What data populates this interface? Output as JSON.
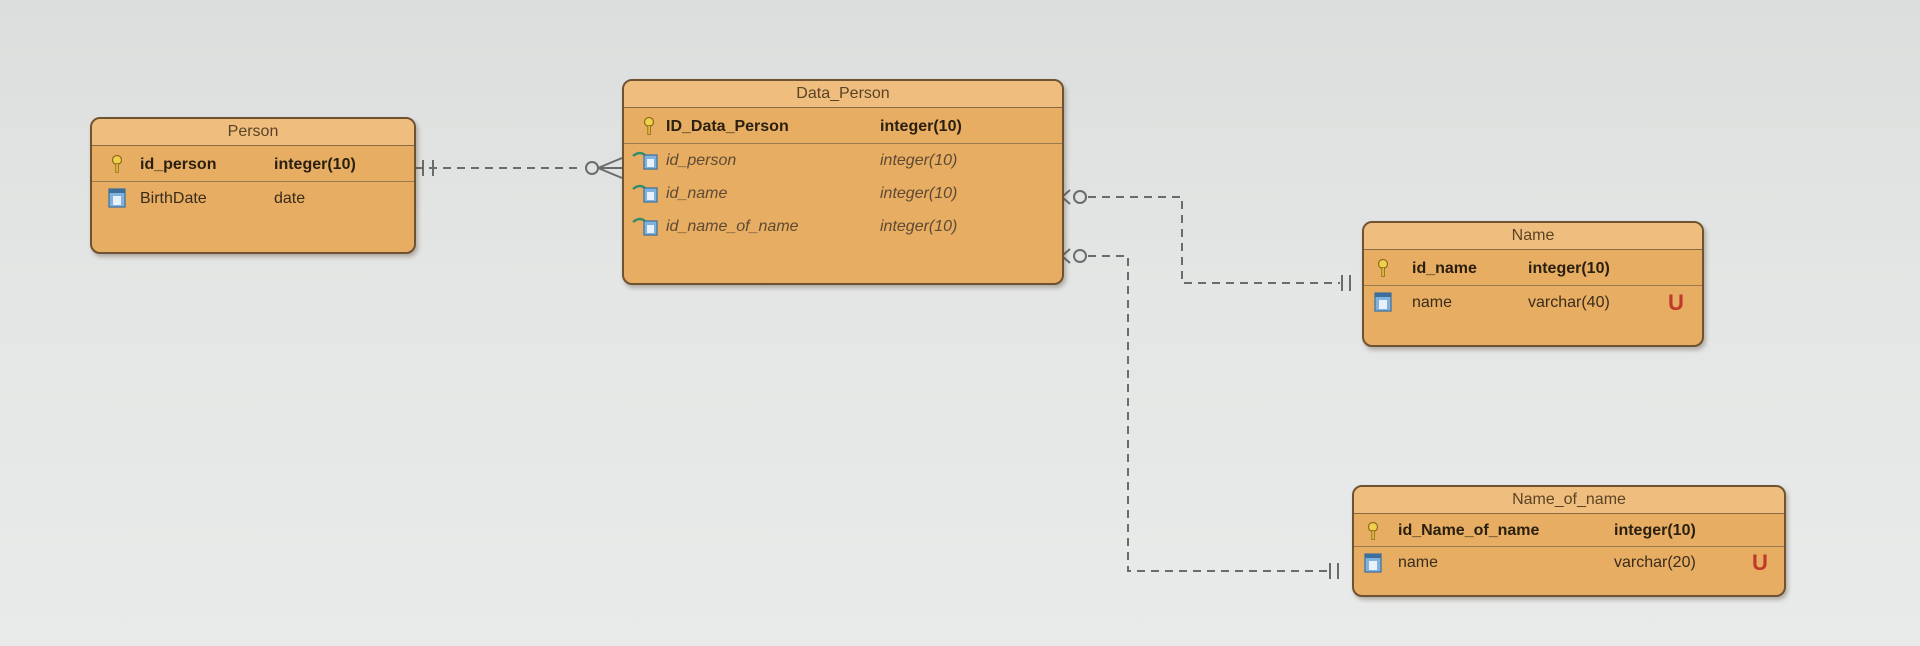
{
  "entities": {
    "person": {
      "title": "Person",
      "rows": [
        {
          "name": "id_person",
          "type": "integer(10)",
          "flag": "",
          "kind": "pk",
          "icon": "key-icon"
        },
        {
          "name": "BirthDate",
          "type": "date",
          "flag": "",
          "kind": "col",
          "icon": "column-icon"
        }
      ]
    },
    "data_person": {
      "title": "Data_Person",
      "rows": [
        {
          "name": "ID_Data_Person",
          "type": "integer(10)",
          "flag": "",
          "kind": "pk",
          "icon": "key-icon"
        },
        {
          "name": "id_person",
          "type": "integer(10)",
          "flag": "",
          "kind": "fk",
          "icon": "foreign-key-icon"
        },
        {
          "name": "id_name",
          "type": "integer(10)",
          "flag": "",
          "kind": "fk",
          "icon": "foreign-key-icon"
        },
        {
          "name": "id_name_of_name",
          "type": "integer(10)",
          "flag": "",
          "kind": "fk",
          "icon": "foreign-key-icon"
        }
      ]
    },
    "name": {
      "title": "Name",
      "rows": [
        {
          "name": "id_name",
          "type": "integer(10)",
          "flag": "",
          "kind": "pk",
          "icon": "key-icon"
        },
        {
          "name": "name",
          "type": "varchar(40)",
          "flag": "U",
          "kind": "col",
          "icon": "column-icon"
        }
      ]
    },
    "name_of_name": {
      "title": "Name_of_name",
      "rows": [
        {
          "name": "id_Name_of_name",
          "type": "integer(10)",
          "flag": "",
          "kind": "pk",
          "icon": "key-icon"
        },
        {
          "name": "name",
          "type": "varchar(20)",
          "flag": "U",
          "kind": "col",
          "icon": "column-icon"
        }
      ]
    }
  },
  "relationships": [
    {
      "from": "person",
      "to": "data_person",
      "from_cardinality": "one",
      "to_cardinality": "zero-or-many"
    },
    {
      "from": "data_person",
      "to": "name",
      "from_cardinality": "zero-or-many",
      "to_cardinality": "one"
    },
    {
      "from": "data_person",
      "to": "name_of_name",
      "from_cardinality": "zero-or-many",
      "to_cardinality": "one"
    }
  ],
  "colors": {
    "entity_fill": "#e7ad63",
    "entity_header": "#efbd7e",
    "entity_border": "#6e5333",
    "unique_flag": "#c0392b",
    "connector": "#6b6b6b"
  }
}
